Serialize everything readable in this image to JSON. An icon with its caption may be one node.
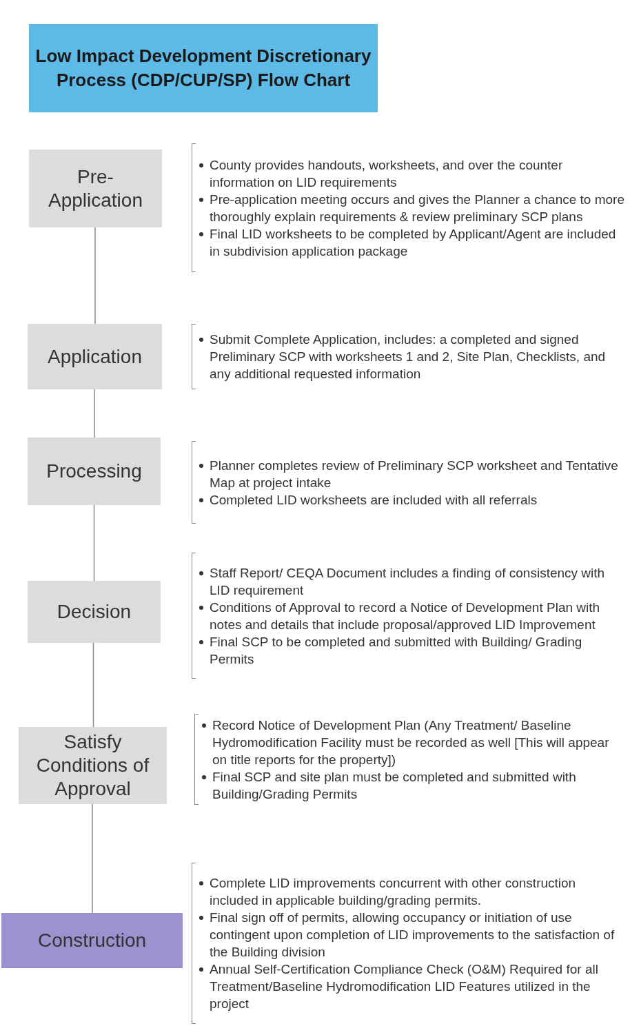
{
  "diagram": {
    "title": "Low Impact Development Discretionary Process (CDP/CUP/SP) Flow Chart",
    "nodes": [
      {
        "text": [
          "Pre-Application"
        ],
        "beside": [
          "County provides handouts, worksheets, and over the counter information on LID requirements",
          "Pre-application meeting occurs and gives the Planner a chance to more thoroughly explain requirements & review preliminary SCP plans",
          "Final LID worksheets to be completed by Applicant/Agent are included in subdivision application package"
        ]
      },
      {
        "text": [
          "Application"
        ],
        "beside": [
          "Submit Complete Application, includes: a completed and signed Preliminary SCP with worksheets 1 and 2, Site Plan, Checklists, and any additional requested information"
        ]
      },
      {
        "text": [
          "Processing"
        ],
        "beside": [
          "Planner completes review of Preliminary SCP worksheet and Tentative Map at project intake",
          "Completed LID worksheets are included with all referrals"
        ]
      },
      {
        "text": [
          "Decision"
        ],
        "beside": [
          "Staff Report/ CEQA Document includes a finding of consistency with LID requirement",
          "Conditions of Approval to record a Notice of Development Plan with notes and details that include proposal/approved LID Improvement",
          "Final SCP to be completed and submitted with Building/ Grading Permits"
        ]
      },
      {
        "text": [
          "Satisfy Conditions of Approval"
        ],
        "beside": [
          "Record Notice of Development Plan (Any Treatment/ Baseline Hydromodification Facility must be recorded as well [This will appear on title reports for the property])",
          "Final SCP and site plan must be completed and submitted with Building/Grading Permits"
        ]
      },
      {
        "text": [
          "Construction"
        ],
        "beside": [
          "Complete LID improvements concurrent with other construction included in applicable building/grading permits.",
          "Final sign off of permits, allowing occupancy or initiation of use contingent upon completion of LID improvements to the satisfaction of the Building division",
          "Annual Self-Certification Compliance Check (O&M) Required for all Treatment/Baseline Hydromodification LID Features utilized in the project"
        ]
      }
    ],
    "edges": [
      {
        "from": 0,
        "to": 1,
        "arrow": "none"
      },
      {
        "from": 1,
        "to": 2,
        "arrow": "none"
      },
      {
        "from": 2,
        "to": 3,
        "arrow": "none"
      },
      {
        "from": 3,
        "to": 4,
        "arrow": "none"
      },
      {
        "from": 4,
        "to": 5,
        "arrow": "none"
      }
    ]
  }
}
